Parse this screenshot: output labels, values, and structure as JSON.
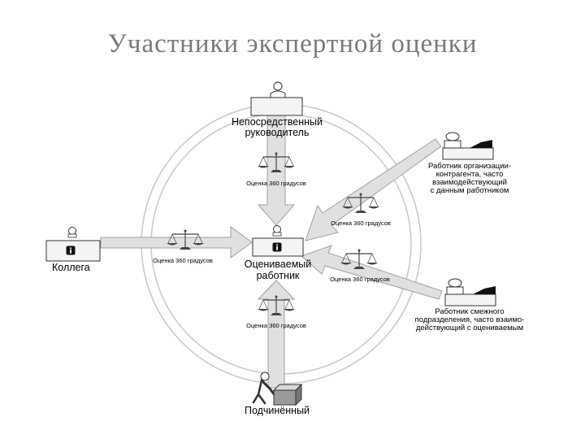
{
  "title": "Участники экспертной оценки",
  "nodes": {
    "center": [
      "Оцениваемый",
      "работник"
    ],
    "top": [
      "Непосредственный",
      "руководитель"
    ],
    "left": [
      "Коллега"
    ],
    "bottom": [
      "Подчинённый"
    ],
    "top_right": [
      "Работник организации-",
      "контрагента, часто",
      "взаимодействующий",
      "с данным работником"
    ],
    "bottom_right": [
      "Работник смежного",
      "подразделения, часто взаимо-",
      "действующий с оцениваемым"
    ]
  },
  "labels": {
    "top": "Оценка 360 градусов",
    "left": "Оценка 360 градусов",
    "bottom": "Оценка 360 градусов",
    "top_right": "Оценка 360 градусов",
    "bottom_right": "Оценка 360 градусов"
  },
  "icons": {
    "center": "info-icon",
    "left": "info-icon",
    "scales": "scales-icon",
    "person": "person-icon",
    "box": "box-icon"
  }
}
